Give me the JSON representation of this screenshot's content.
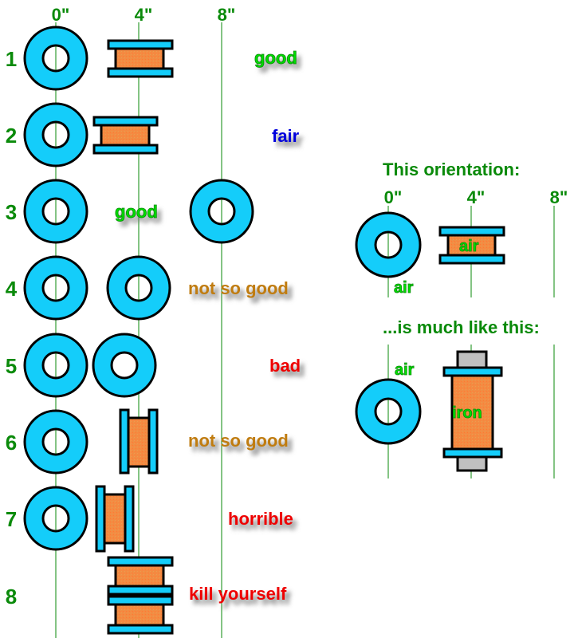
{
  "left_panel": {
    "axis_labels": [
      "0\"",
      "4\"",
      "8\""
    ],
    "rows": [
      {
        "number": "1",
        "verdict": "good",
        "verdict_color": "#00dd00"
      },
      {
        "number": "2",
        "verdict": "fair",
        "verdict_color": "#0000dd"
      },
      {
        "number": "3",
        "verdict": "good",
        "verdict_color": "#00dd00"
      },
      {
        "number": "4",
        "verdict": "not so good",
        "verdict_color": "#c07c10"
      },
      {
        "number": "5",
        "verdict": "bad",
        "verdict_color": "#ee0000"
      },
      {
        "number": "6",
        "verdict": "not so good",
        "verdict_color": "#c07c10"
      },
      {
        "number": "7",
        "verdict": "horrible",
        "verdict_color": "#ee0000"
      },
      {
        "number": "8",
        "verdict": "kill yourself",
        "verdict_color": "#ee0000"
      }
    ]
  },
  "right_panel": {
    "heading_top": "This orientation:",
    "heading_bottom": "...is much like this:",
    "axis_labels": [
      "0\"",
      "4\"",
      "8\""
    ],
    "ring_label_top": "air",
    "bobbin_label_top": "air",
    "ring_label_bottom": "air",
    "bobbin_label_bottom": "iron"
  },
  "colors": {
    "ring_fill": "#14cdfa",
    "coil_fill": "#f48a42",
    "core_fill": "#c0c0c0",
    "guide_line": "#0a8a0a",
    "label_green": "#0a8a0a"
  }
}
